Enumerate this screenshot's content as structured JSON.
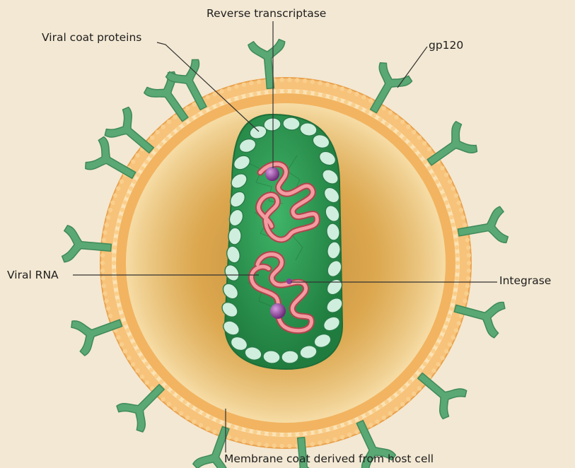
{
  "labels": {
    "reverse_transcriptase": "Reverse transcriptase",
    "viral_coat_proteins": "Viral coat proteins",
    "gp120": "gp120",
    "viral_rna": "Viral RNA",
    "integrase": "Integrase",
    "membrane_coat": "Membrane coat derived from host cell"
  },
  "colors": {
    "background": "#f3e8d3",
    "membrane": "#f0b565",
    "membrane_dots": "#f7c77f",
    "interior": "#e3a848",
    "spike": "#5aa874",
    "spike_dark": "#3f8a5a",
    "capsid": "#2f9a54",
    "coat_protein": "#cfeedd",
    "rna": "#e87a82",
    "enzyme": "#9b4ba6",
    "leader_line": "#333333"
  }
}
